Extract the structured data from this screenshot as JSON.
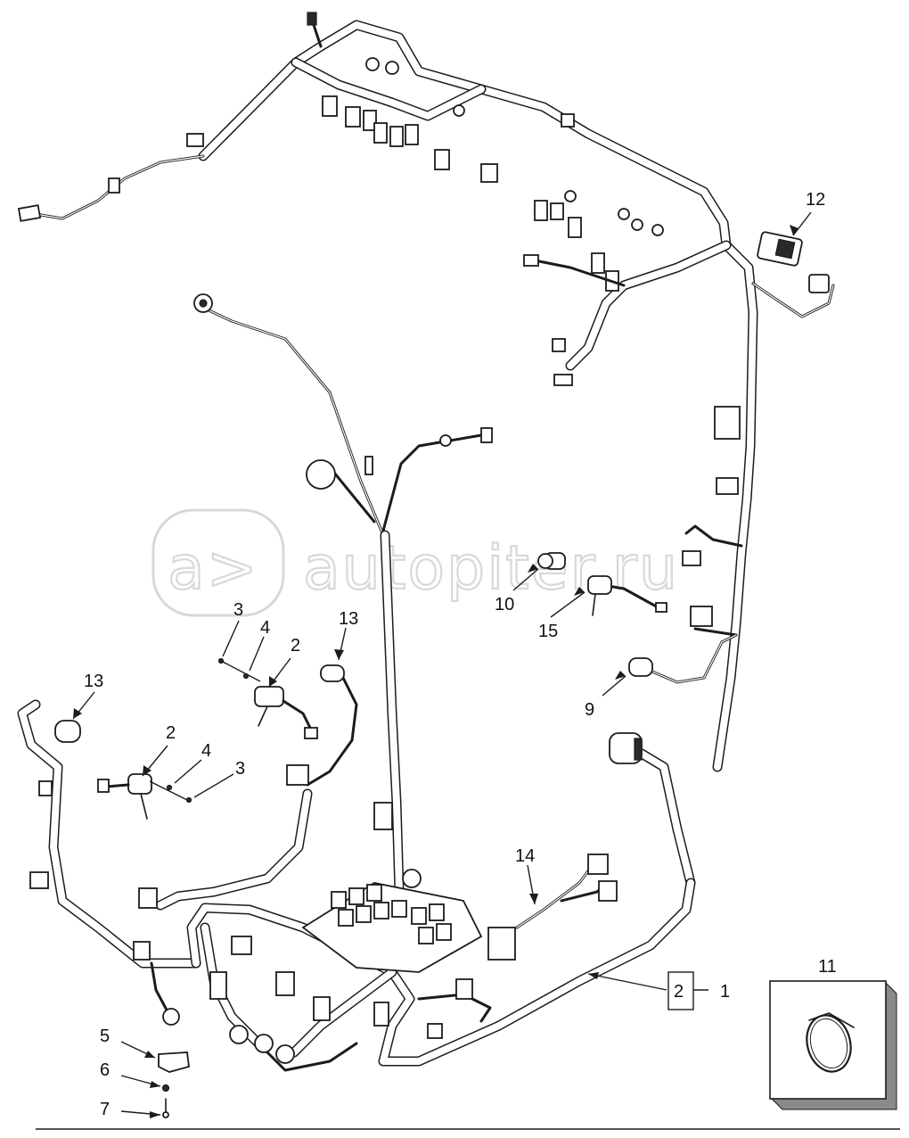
{
  "watermark": {
    "text": "autopiter.ru"
  },
  "callouts": [
    {
      "label": "12"
    },
    {
      "label": "10"
    },
    {
      "label": "15"
    },
    {
      "label": "9"
    },
    {
      "label": "3"
    },
    {
      "label": "4"
    },
    {
      "label": "2"
    },
    {
      "label": "13"
    },
    {
      "label": "13"
    },
    {
      "label": "2"
    },
    {
      "label": "4"
    },
    {
      "label": "3"
    },
    {
      "label": "14"
    },
    {
      "label": "5"
    },
    {
      "label": "6"
    },
    {
      "label": "7"
    },
    {
      "label": "2"
    },
    {
      "label": "1"
    },
    {
      "label": "11"
    }
  ]
}
